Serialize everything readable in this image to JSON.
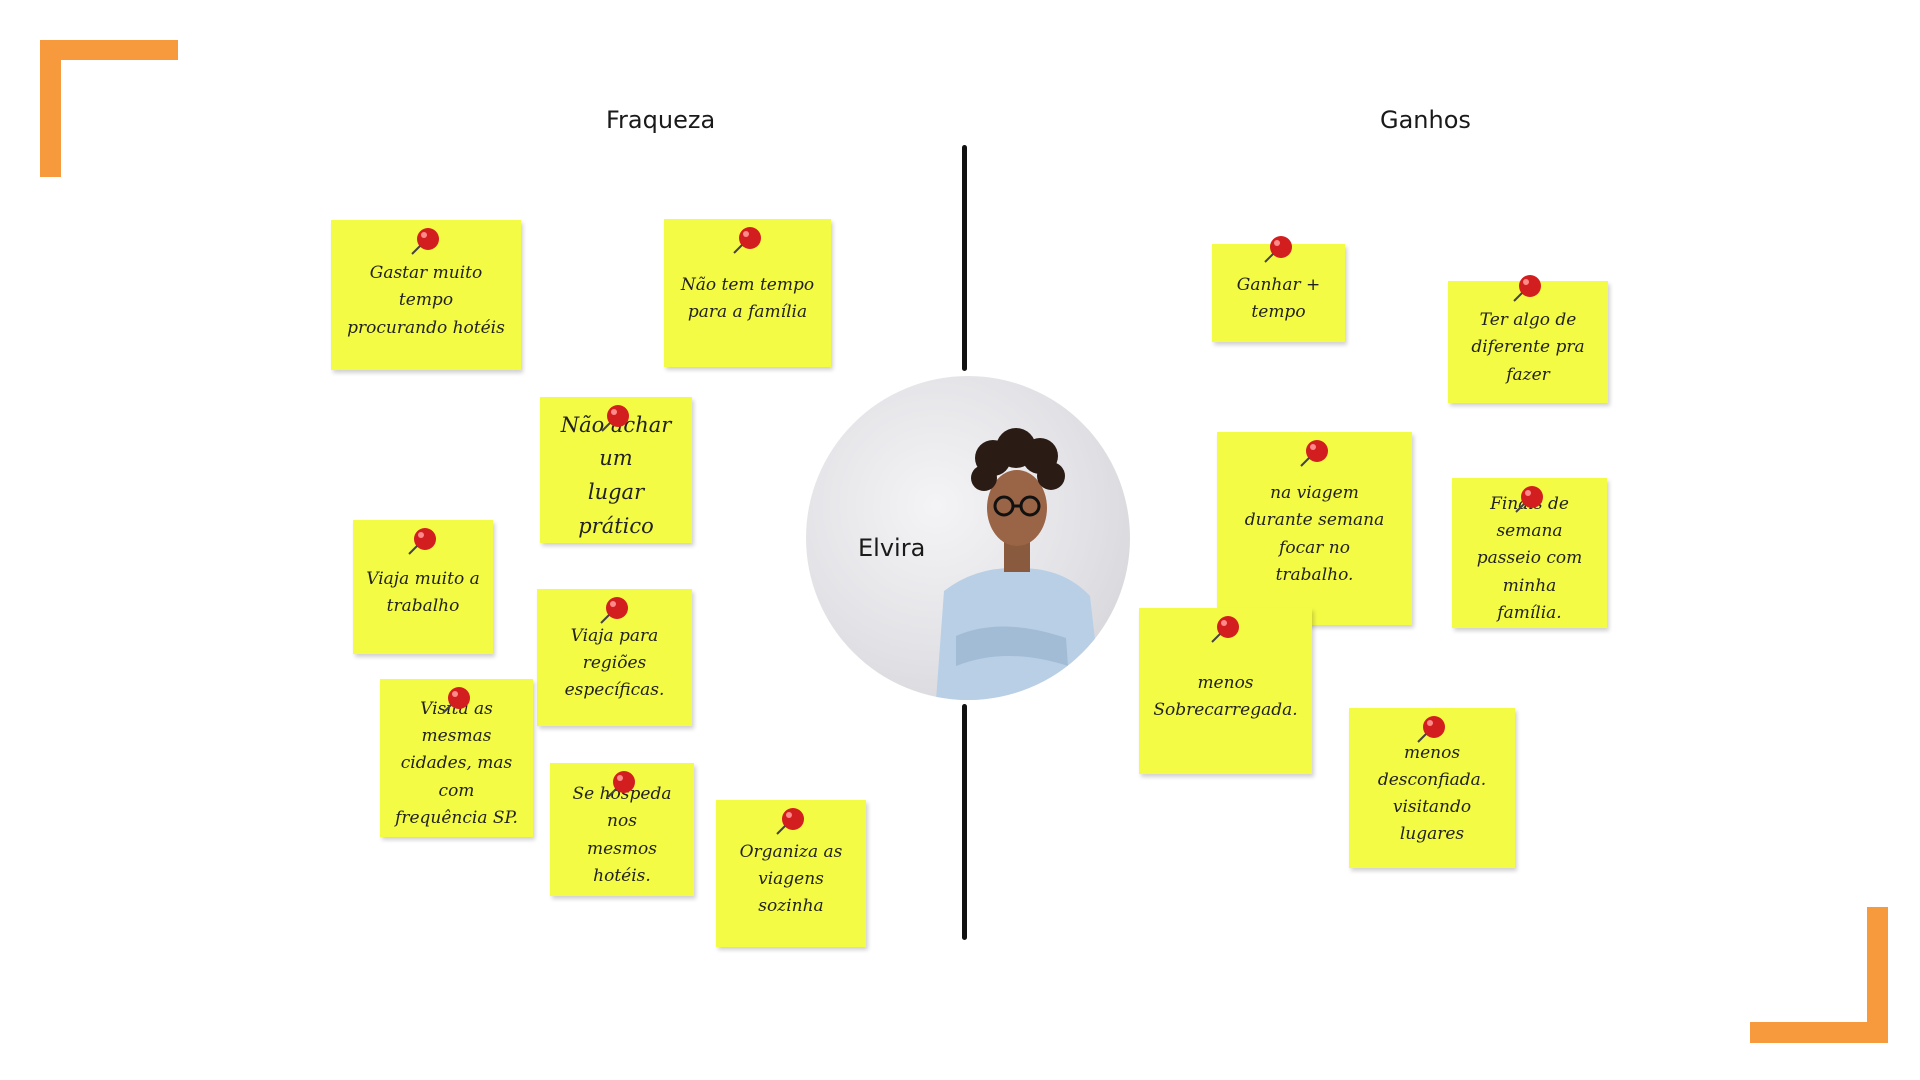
{
  "headings": {
    "left": "Fraqueza",
    "right": "Ganhos"
  },
  "persona": {
    "name": "Elvira"
  },
  "colors": {
    "accent": "#F79A3E",
    "note": "#F4FB45",
    "pin": "#D21E1E"
  },
  "weaknesses": [
    "Gastar muito tempo\nprocurando hotéis",
    "Não tem tempo\npara a família",
    "Não achar um\nlugar prático",
    "Viaja muito a\ntrabalho",
    "Viaja para regiões\nespecíficas.",
    "Visita as mesmas\ncidades, mas com\nfrequência SP.",
    "Se hospeda nos\nmesmos hotéis.",
    "Organiza as\nviagens sozinha"
  ],
  "gains": [
    "Ganhar + tempo",
    "Ter algo de\ndiferente pra fazer",
    "na viagem\ndurante semana\nfocar no\ntrabalho.",
    "Finais de semana\npasseio com minha\nfamília.",
    "menos\nSobrecarregada.",
    "menos desconfiada.\nvisitando lugares"
  ]
}
